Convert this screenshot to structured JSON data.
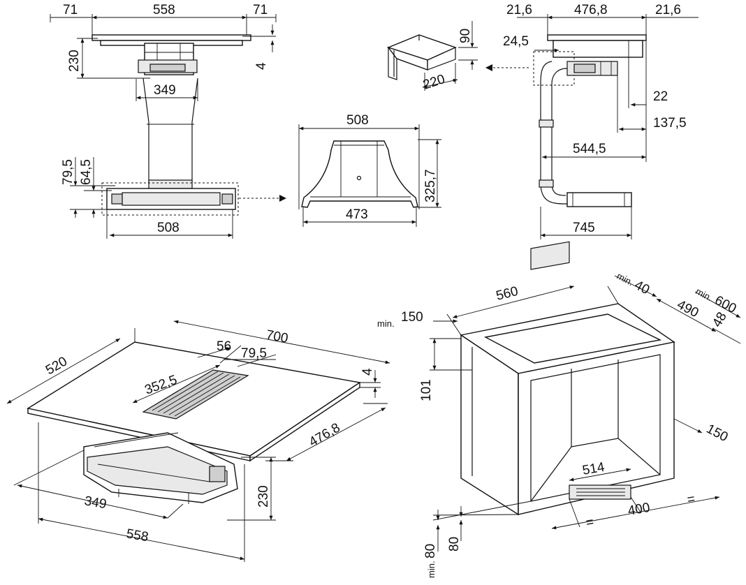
{
  "view_top_left": {
    "w_left": "71",
    "w_center": "558",
    "w_right": "71",
    "depth": "230",
    "thickness": "4",
    "duct_width": "349",
    "h_outer": "79,5",
    "h_inner": "64,5",
    "base_width": "508"
  },
  "view_top_mid": {
    "width_top": "508",
    "height": "325,7",
    "width_bottom": "473"
  },
  "view_elbow": {
    "height": "90",
    "width": "220"
  },
  "view_top_right": {
    "side_left": "21,6",
    "center": "476,8",
    "side_right": "21,6",
    "offset": "24,5",
    "a": "22",
    "b": "137,5",
    "c": "544,5",
    "d": "745"
  },
  "view_iso_hob": {
    "width": "700",
    "depth": "520",
    "vent_offset": "56",
    "vent_width": "79,5",
    "vent_pos": "352,5",
    "thickness": "4",
    "cutout_depth": "476,8",
    "unit_width": "349",
    "unit_height": "230",
    "cutout_width": "558"
  },
  "view_iso_cabinet": {
    "width": "560",
    "min_top": "min.",
    "min_top_val": "40",
    "min_side_label": "min.",
    "min_side_val": "600",
    "d490": "490",
    "d48": "48",
    "min_left_label": "min.",
    "min_left_val": "150",
    "h101": "101",
    "d150": "150",
    "d514": "514",
    "d400": "400",
    "eq1": "=",
    "eq2": "=",
    "h80": "80",
    "min80_label": "min.",
    "min80_val": "80"
  }
}
